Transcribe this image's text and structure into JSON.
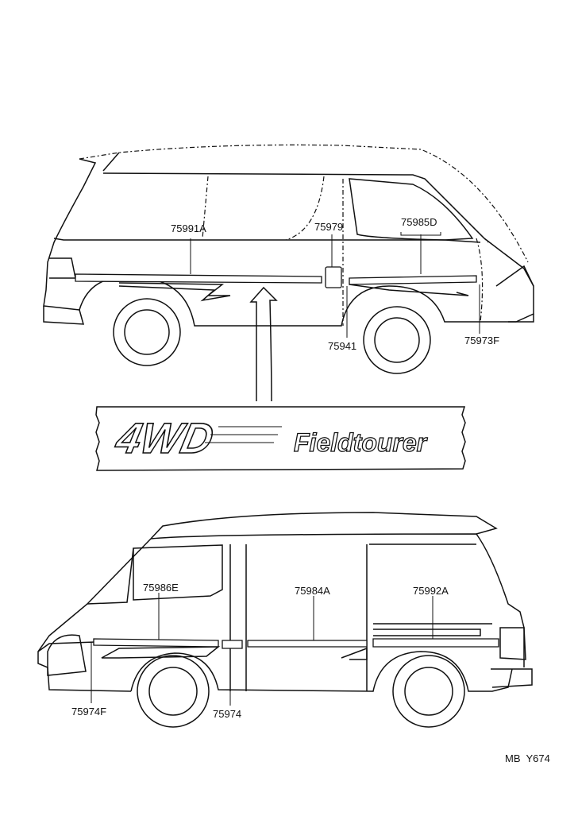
{
  "top_view": {
    "labels": [
      "75991A",
      "75979",
      "75985D",
      "75941",
      "75973F"
    ]
  },
  "emblem": {
    "main": "4WD",
    "script": "Fieldtourer"
  },
  "bottom_view": {
    "labels": [
      "75986E",
      "75984A",
      "75992A",
      "75974F",
      "75974"
    ]
  },
  "footer": {
    "code": "MB  Y674"
  }
}
